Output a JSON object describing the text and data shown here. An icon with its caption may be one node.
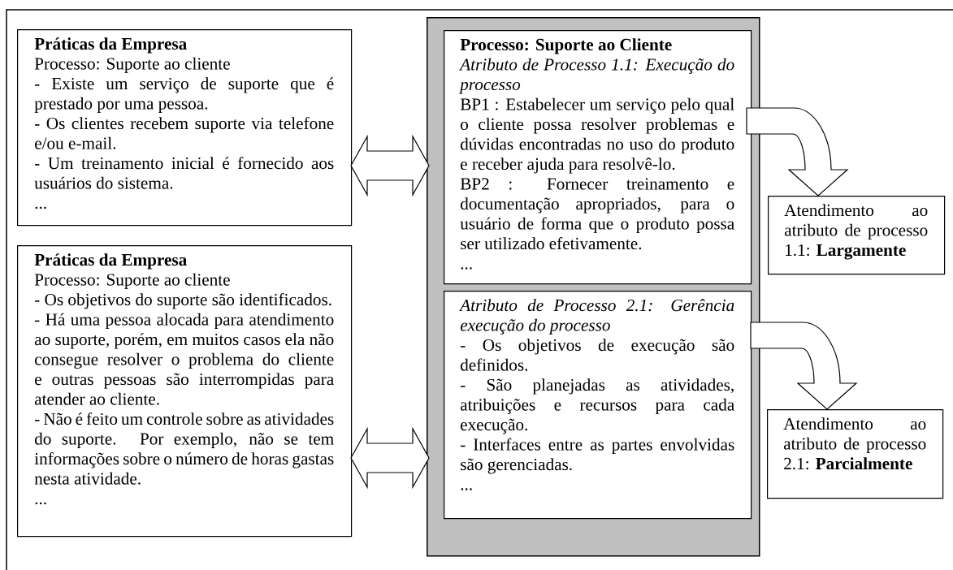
{
  "diagram": {
    "nodes": [
      {
        "text": [
          "Práticas da Empresa",
          "Processo: Suporte ao cliente",
          "- Existe um serviço de suporte que é prestado por uma pessoa.",
          "- Os clientes recebem suporte via telefone e/ou e-mail.",
          "- Um treinamento inicial é fornecido aos usuários do sistema.",
          "..."
        ]
      },
      {
        "text": [
          "Práticas da Empresa",
          "Processo: Suporte ao cliente",
          "- Os objetivos do suporte são identificados.",
          "- Há uma pessoa alocada para atendimento ao suporte, porém, em muitos casos ela não consegue resolver o problema do cliente e outras pessoas são interrompidas para atender ao cliente.",
          "- Não é feito um controle sobre as atividades do suporte. Por exemplo, não se tem informações sobre o número de horas gastas nesta atividade.",
          "..."
        ]
      },
      {
        "text": [],
        "shape": "box"
      },
      {
        "text": [
          "Processo: Suporte ao Cliente",
          "Atributo de Processo 1.1: Execução do processo",
          "BP1 : Estabelecer um serviço pelo qual o cliente possa resolver problemas e dúvidas encontradas no uso do produto e receber ajuda para resolvê-lo.",
          "BP2 : Fornecer treinamento e documentação apropriados, para o usuário de forma que o produto possa ser utilizado efetivamente.",
          "..."
        ],
        "in": 2
      },
      {
        "text": [
          "Atributo de Processo 2.1: Gerência execução do processo",
          "- Os objetivos de execução são definidos.",
          "- São planejadas as atividades, atribuições e recursos para cada execução.",
          "- Interfaces entre as partes envolvidas são gerenciadas.",
          "..."
        ],
        "in": 2
      },
      {
        "text": [
          "Atendimento ao atributo de processo 1.1: **Largamente**"
        ]
      },
      {
        "text": [
          "Atendimento ao atributo de processo 2.1: **Parcialmente**"
        ]
      }
    ],
    "edges": [
      {
        "from": 0,
        "to": 2,
        "arrow": "both"
      },
      {
        "from": 1,
        "to": 2,
        "arrow": "both"
      },
      {
        "from": 3,
        "to": 5,
        "arrow": "to"
      },
      {
        "from": 4,
        "to": 6,
        "arrow": "to"
      }
    ]
  }
}
